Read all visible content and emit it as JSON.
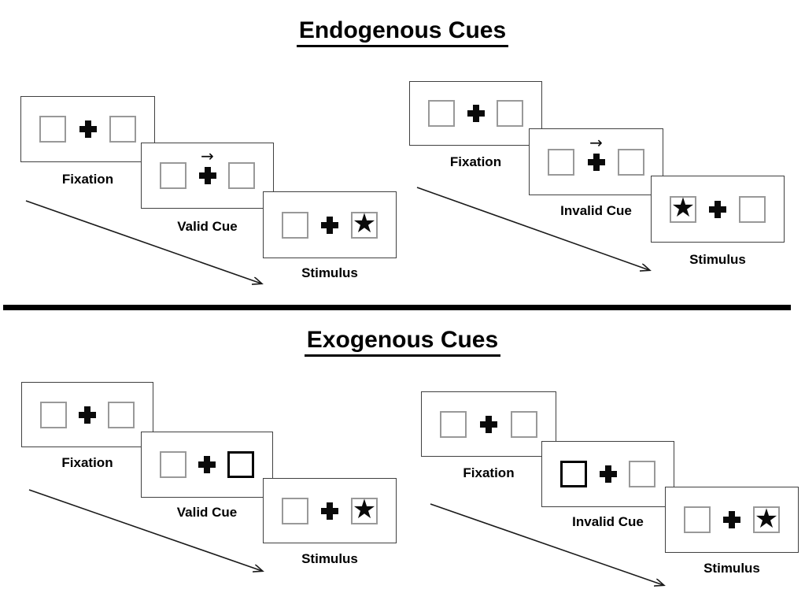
{
  "colors": {
    "background": "#ffffff",
    "panel_border": "#404040",
    "box_border": "#999999",
    "bold_box_border": "#000000",
    "ink": "#000000"
  },
  "sections": [
    {
      "title": "Endogenous Cues",
      "groups": [
        {
          "name": "valid-trial",
          "flow_arrow": "diagonal-down-right",
          "panels": [
            {
              "label": "Fixation",
              "left_box": "empty",
              "center_icon": "fixation-cross",
              "right_box": "empty"
            },
            {
              "label": "Valid Cue",
              "left_box": "empty",
              "center_icon": "fixation-cross",
              "cue_arrow_icon": "→",
              "cue_arrow_direction": "right",
              "right_box": "empty"
            },
            {
              "label": "Stimulus",
              "left_box": "empty",
              "center_icon": "fixation-cross",
              "right_box": "star",
              "star_icon": "★"
            }
          ]
        },
        {
          "name": "invalid-trial",
          "flow_arrow": "diagonal-down-right",
          "panels": [
            {
              "label": "Fixation",
              "left_box": "empty",
              "center_icon": "fixation-cross",
              "right_box": "empty"
            },
            {
              "label": "Invalid Cue",
              "left_box": "empty",
              "center_icon": "fixation-cross",
              "cue_arrow_icon": "→",
              "cue_arrow_direction": "right",
              "right_box": "empty"
            },
            {
              "label": "Stimulus",
              "left_box": "star",
              "star_icon": "★",
              "center_icon": "fixation-cross",
              "right_box": "empty"
            }
          ]
        }
      ]
    },
    {
      "title": "Exogenous Cues",
      "groups": [
        {
          "name": "valid-trial",
          "flow_arrow": "diagonal-down-right",
          "panels": [
            {
              "label": "Fixation",
              "left_box": "empty",
              "center_icon": "fixation-cross",
              "right_box": "empty"
            },
            {
              "label": "Valid Cue",
              "left_box": "empty",
              "center_icon": "fixation-cross",
              "right_box": "bold-outline"
            },
            {
              "label": "Stimulus",
              "left_box": "empty",
              "center_icon": "fixation-cross",
              "right_box": "star",
              "star_icon": "★"
            }
          ]
        },
        {
          "name": "invalid-trial",
          "flow_arrow": "diagonal-down-right",
          "panels": [
            {
              "label": "Fixation",
              "left_box": "empty",
              "center_icon": "fixation-cross",
              "right_box": "empty"
            },
            {
              "label": "Invalid Cue",
              "left_box": "bold-outline",
              "center_icon": "fixation-cross",
              "right_box": "empty"
            },
            {
              "label": "Stimulus",
              "left_box": "empty",
              "center_icon": "fixation-cross",
              "right_box": "star",
              "star_icon": "★"
            }
          ]
        }
      ]
    }
  ]
}
